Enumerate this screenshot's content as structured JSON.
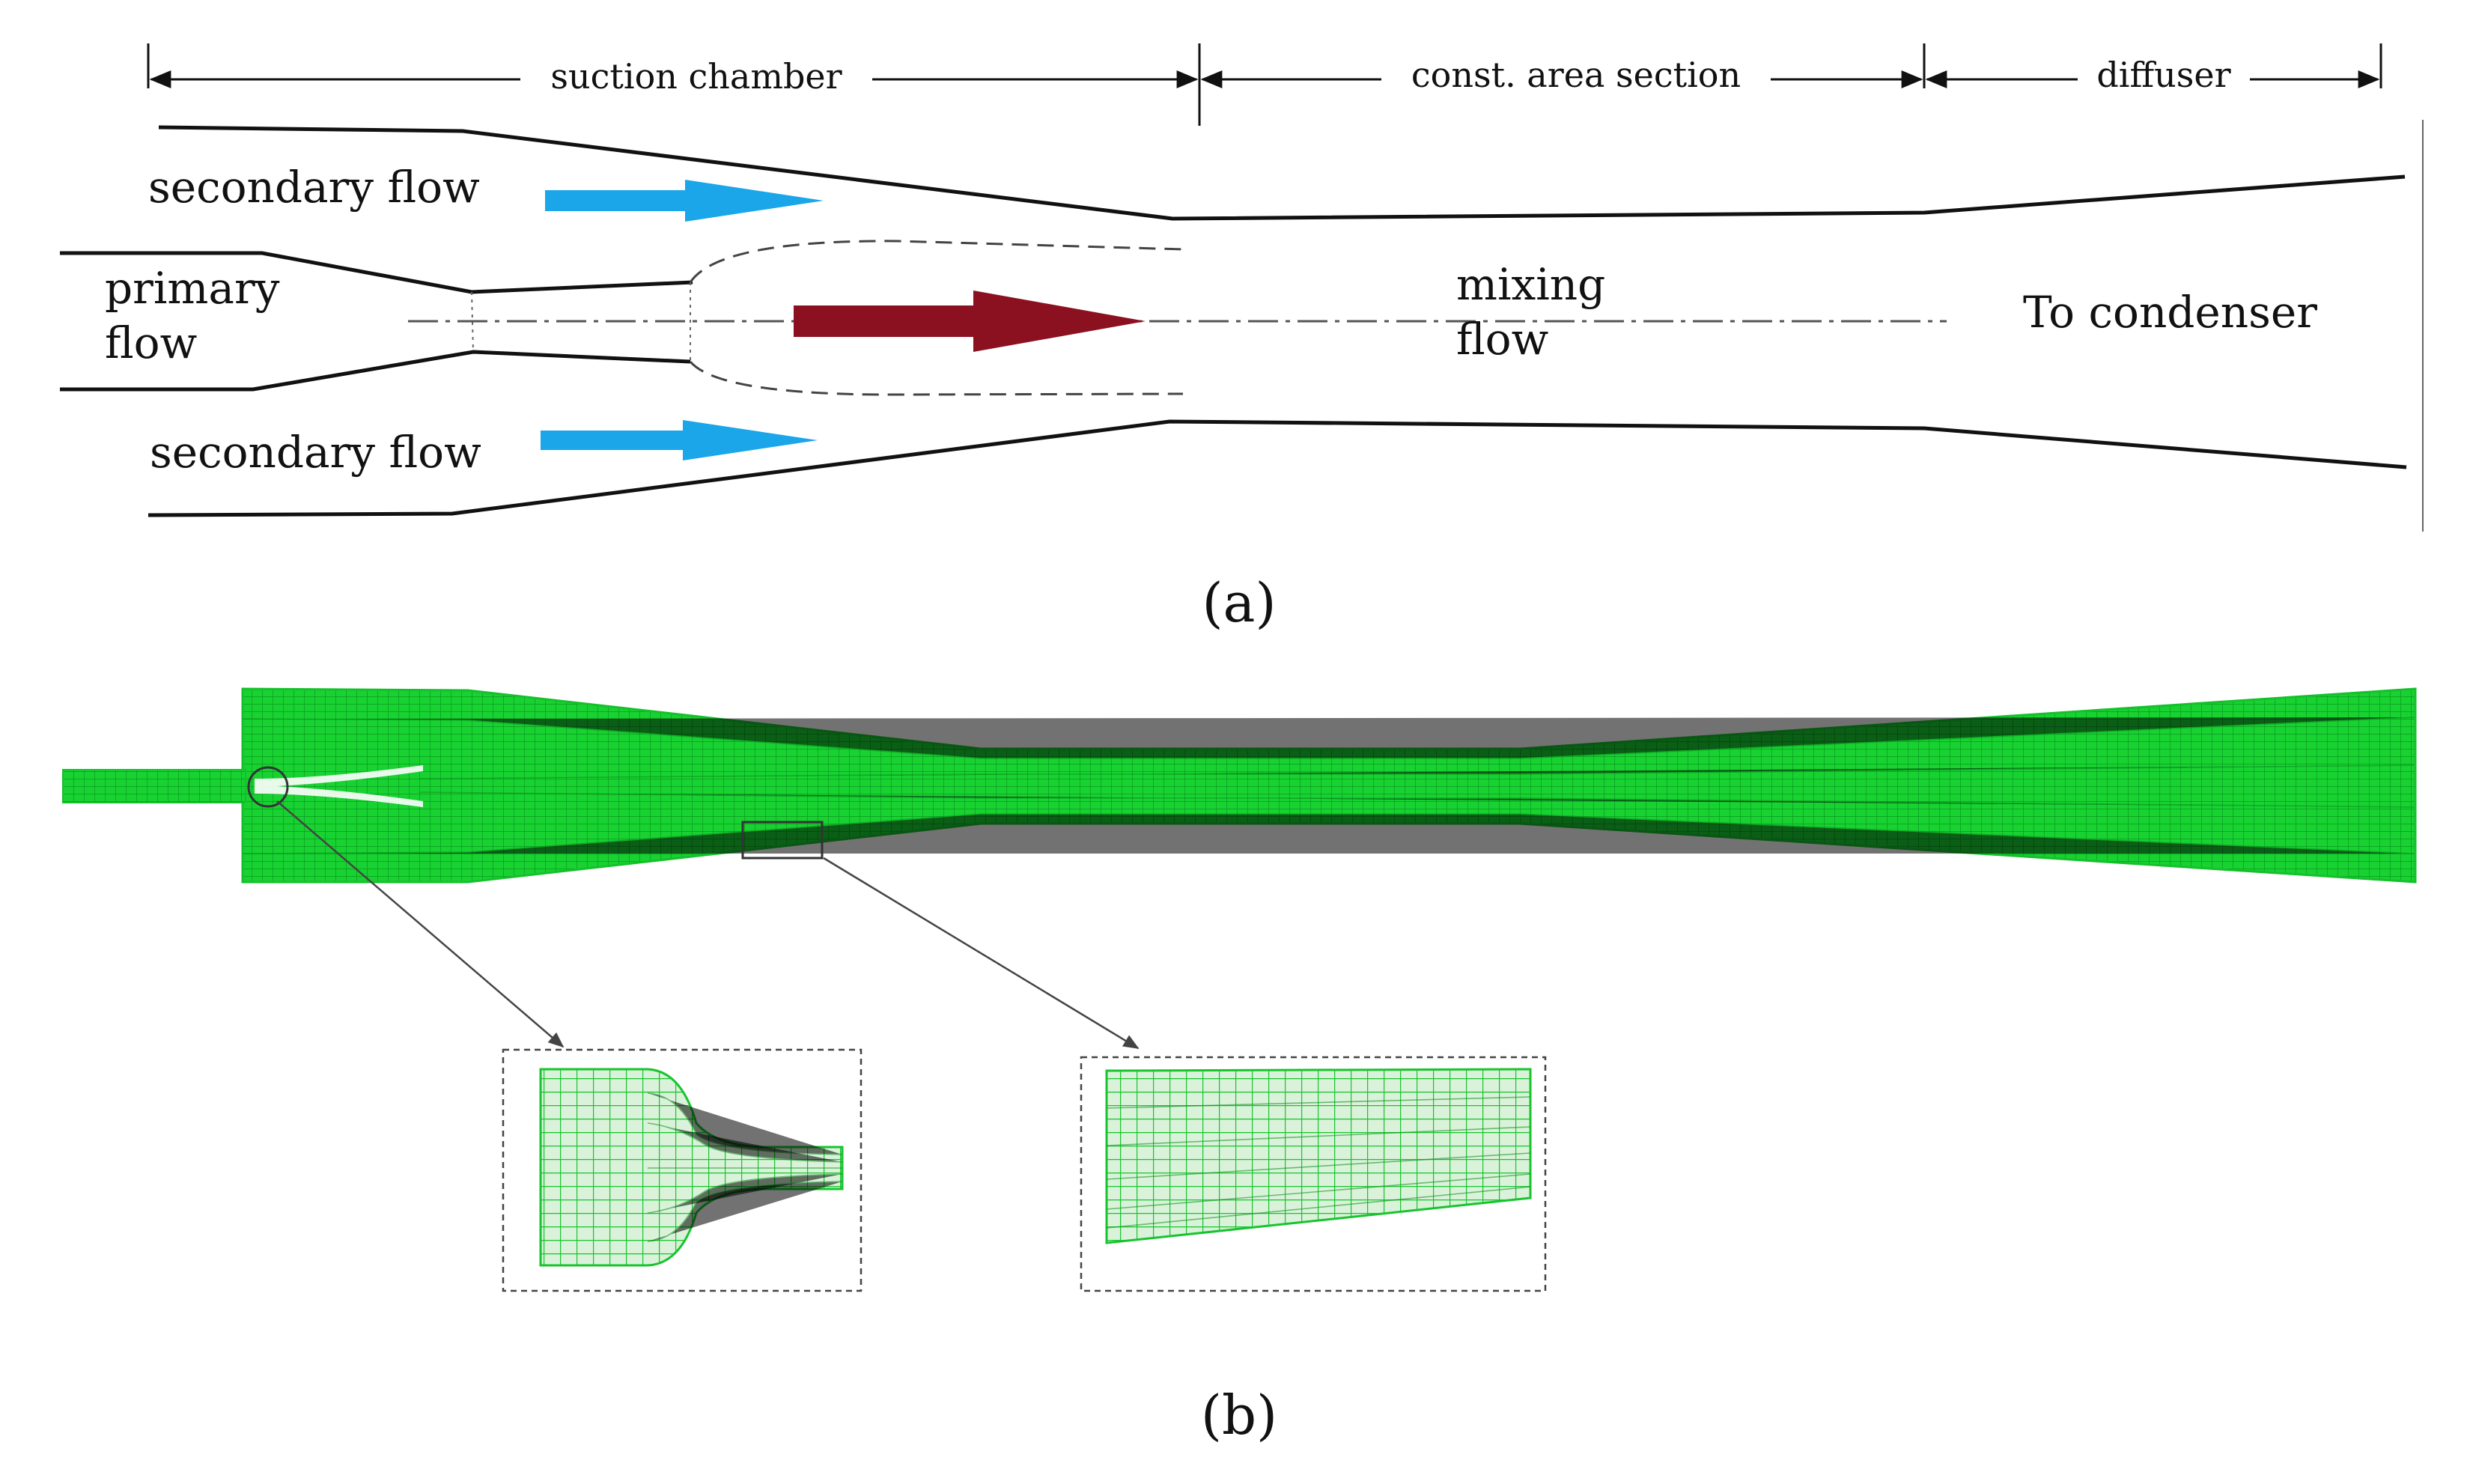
{
  "panel_a": {
    "dimension_labels": {
      "suction_chamber": "suction chamber",
      "const_area_section": "const. area section",
      "diffuser": "diffuser"
    },
    "flow_labels": {
      "secondary_top": "secondary flow",
      "secondary_bottom": "secondary flow",
      "primary_line1": "primary",
      "primary_line2": "flow",
      "mixing_line1": "mixing",
      "mixing_line2": "flow",
      "outlet": "To condenser"
    },
    "arrow_colors": {
      "secondary": "#1aa6e8",
      "primary": "#8b1020"
    },
    "caption": "(a)"
  },
  "panel_b": {
    "mesh_color": "#18d232",
    "caption": "(b)"
  }
}
